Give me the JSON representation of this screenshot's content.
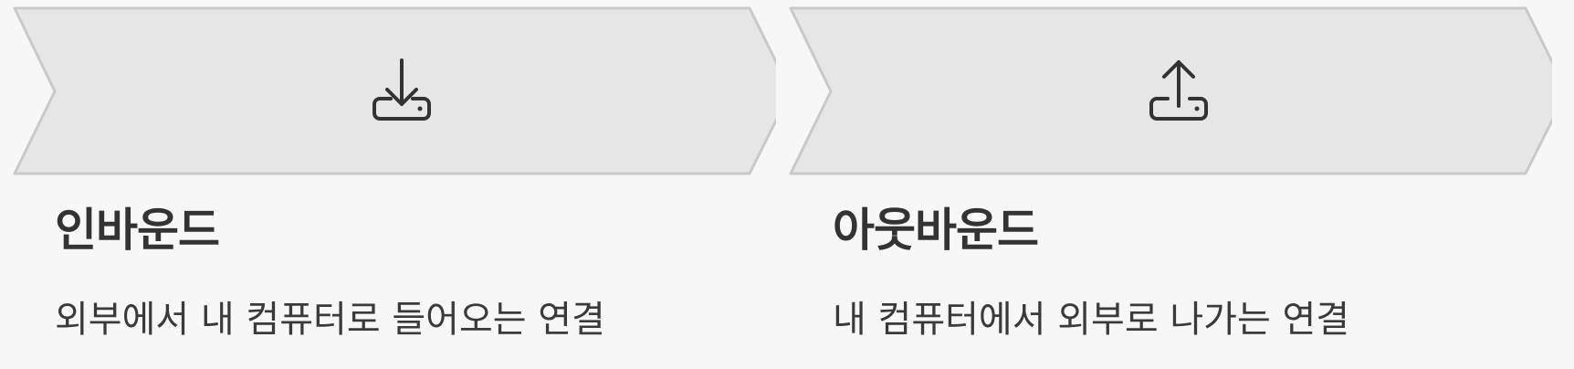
{
  "cards": [
    {
      "title": "인바운드",
      "description": "외부에서 내 컴퓨터로 들어오는 연결",
      "icon": "download-tray-icon"
    },
    {
      "title": "아웃바운드",
      "description": "내 컴퓨터에서 외부로 나가는 연결",
      "icon": "upload-tray-icon"
    }
  ],
  "colors": {
    "page_background": "#f7f7f7",
    "chevron_fill": "#e6e6e6",
    "chevron_stroke": "#c9c9c9",
    "icon": "#333333",
    "title": "#333333",
    "description": "#3a3a3a"
  }
}
